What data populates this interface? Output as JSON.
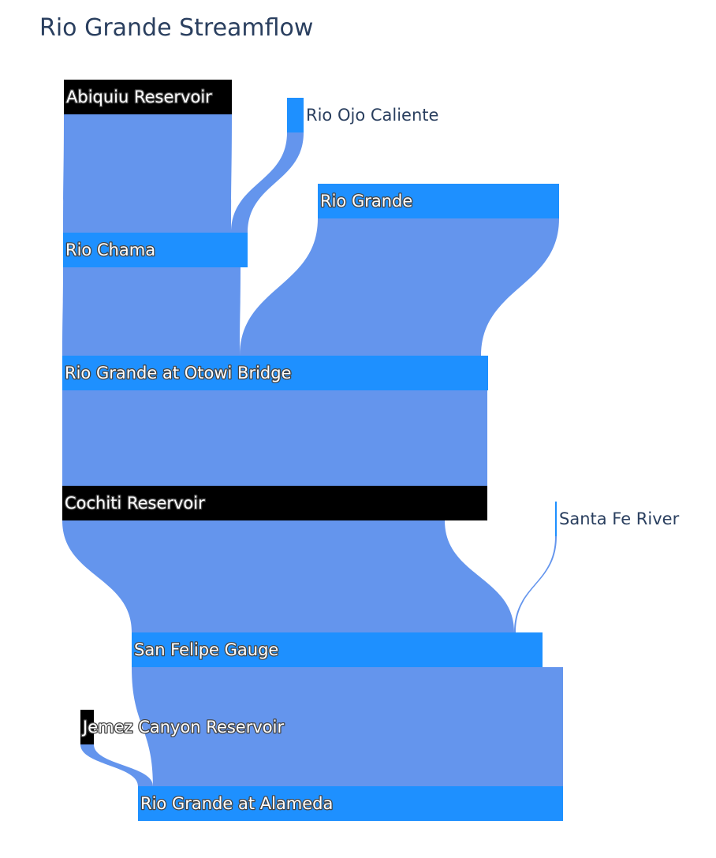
{
  "title": "Rio Grande Streamflow",
  "colors": {
    "flow": "#6495ed",
    "river": "#1e90ff",
    "reservoir": "#000000",
    "label_dark": "#2a3f5f"
  },
  "nodes": [
    {
      "id": "abiquiu",
      "label": "Abiquiu Reservoir",
      "kind": "reservoir"
    },
    {
      "id": "ojo",
      "label": "Rio Ojo Caliente",
      "kind": "river"
    },
    {
      "id": "chama",
      "label": "Rio Chama",
      "kind": "river"
    },
    {
      "id": "riogrande",
      "label": "Rio Grande",
      "kind": "river"
    },
    {
      "id": "otowi",
      "label": "Rio Grande at Otowi Bridge",
      "kind": "river"
    },
    {
      "id": "cochiti",
      "label": "Cochiti Reservoir",
      "kind": "reservoir"
    },
    {
      "id": "santafe",
      "label": "Santa Fe River",
      "kind": "river"
    },
    {
      "id": "sanfelipe",
      "label": "San Felipe Gauge",
      "kind": "river"
    },
    {
      "id": "jemez",
      "label": "Jemez Canyon Reservoir",
      "kind": "reservoir"
    },
    {
      "id": "alameda",
      "label": "Rio Grande at Alameda",
      "kind": "river"
    }
  ],
  "links": [
    {
      "source": "abiquiu",
      "target": "chama"
    },
    {
      "source": "ojo",
      "target": "chama"
    },
    {
      "source": "chama",
      "target": "otowi"
    },
    {
      "source": "riogrande",
      "target": "otowi"
    },
    {
      "source": "otowi",
      "target": "cochiti"
    },
    {
      "source": "cochiti",
      "target": "sanfelipe"
    },
    {
      "source": "santafe",
      "target": "sanfelipe"
    },
    {
      "source": "sanfelipe",
      "target": "alameda"
    },
    {
      "source": "jemez",
      "target": "alameda"
    }
  ]
}
